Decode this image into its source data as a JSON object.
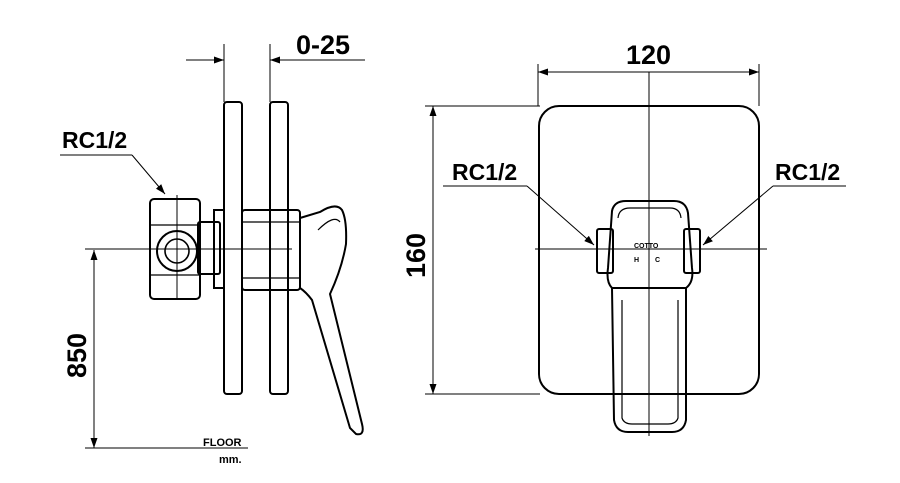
{
  "side_view": {
    "adjust_range": "0-25",
    "inlet_label": "RC1/2",
    "height_from_floor": "850",
    "floor_label": "FLOOR",
    "unit_label": "mm."
  },
  "front_view": {
    "width": "120",
    "height": "160",
    "left_inlet_label": "RC1/2",
    "right_inlet_label": "RC1/2",
    "brand_mark": "COTTO",
    "hot_mark": "H",
    "cold_mark": "C"
  }
}
